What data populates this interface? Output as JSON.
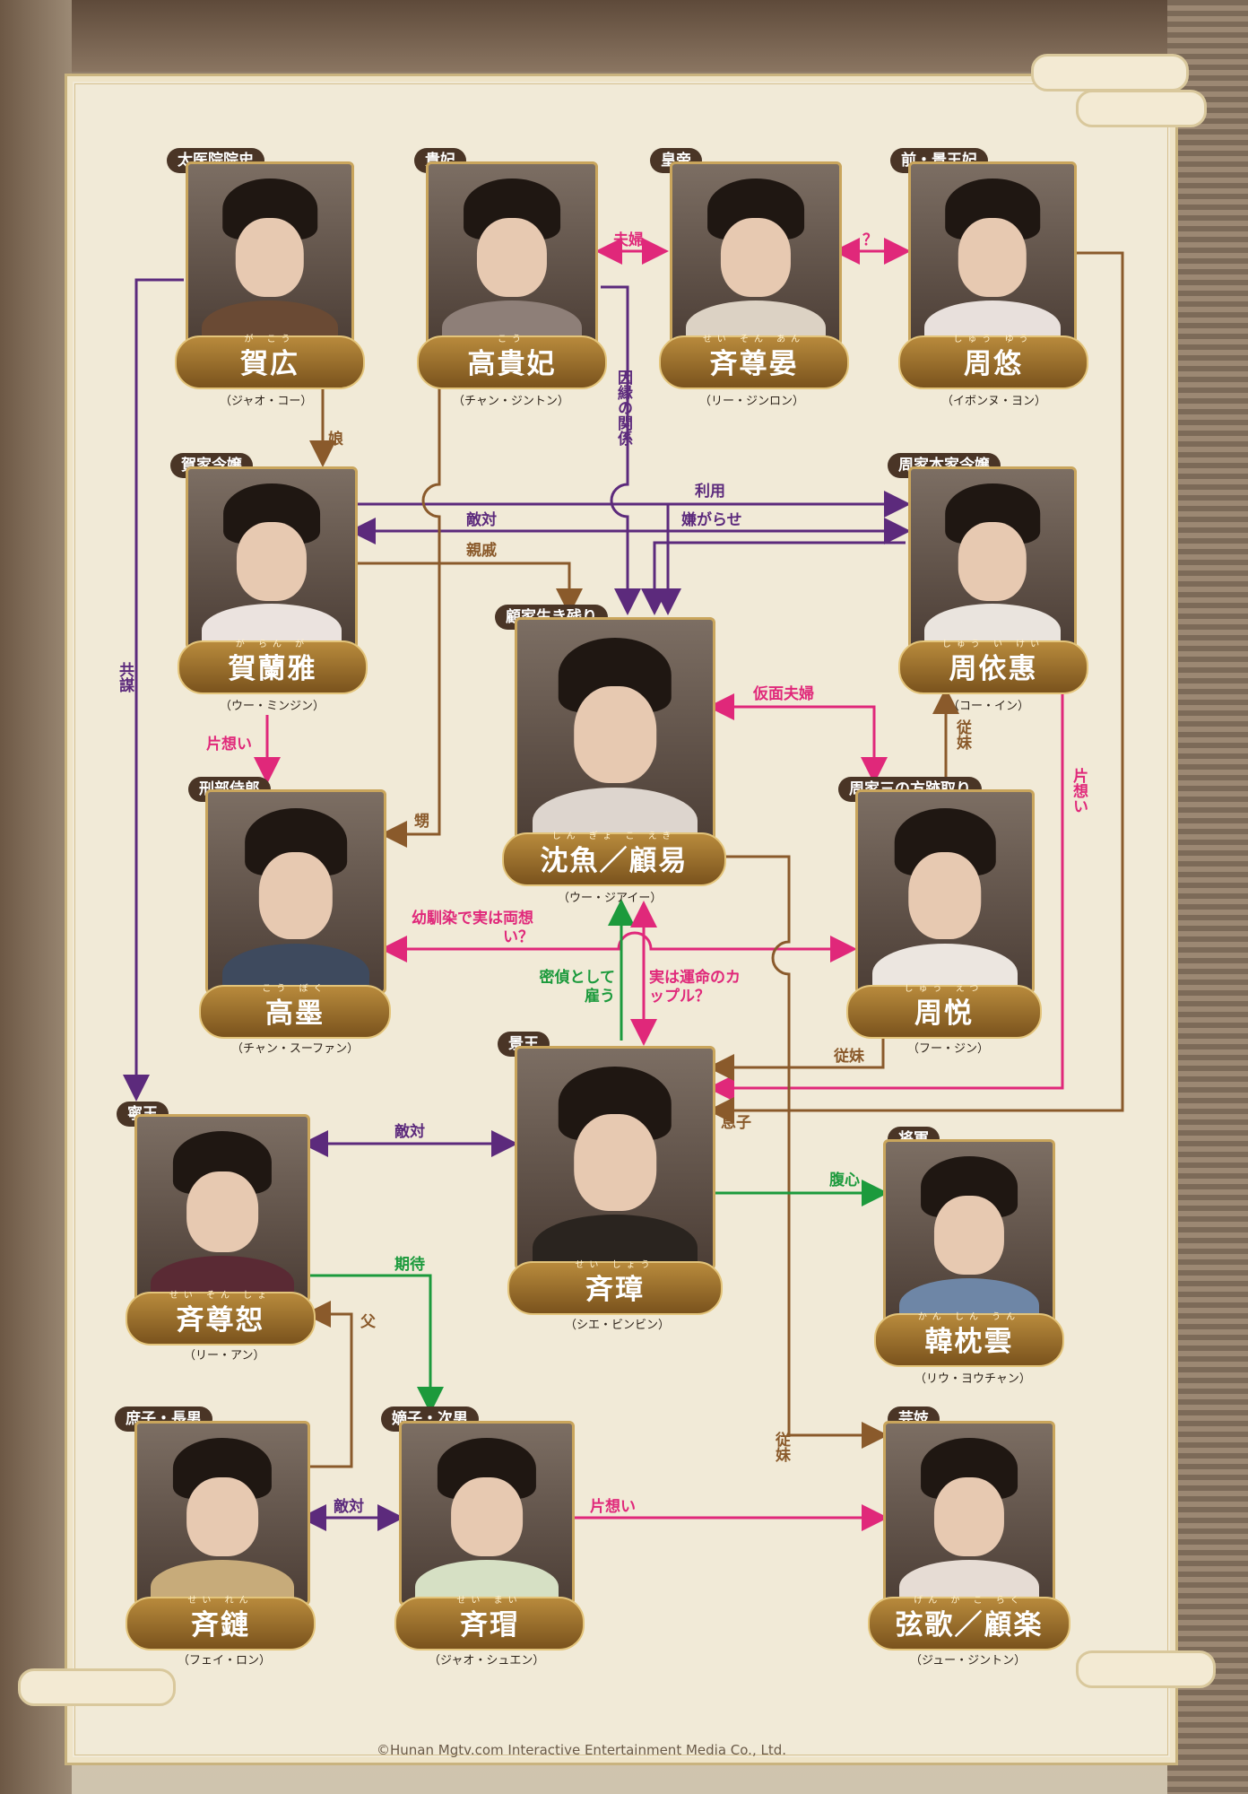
{
  "characters": [
    {
      "role": "太医院院史",
      "ruby": "が こう",
      "name": "賀広",
      "actor": "（ジャオ・コー）"
    },
    {
      "role": "貴妃",
      "ruby": "こう",
      "name": "高貴妃",
      "actor": "（チャン・ジントン）"
    },
    {
      "role": "皇帝",
      "ruby": "せい そん あん",
      "name": "斉尊晏",
      "actor": "（リー・ジンロン）"
    },
    {
      "role": "前・景王妃",
      "ruby": "しゅう ゆう",
      "name": "周悠",
      "actor": "（イボンヌ・ヨン）"
    },
    {
      "role": "賀家令嬢",
      "ruby": "が らん が",
      "name": "賀蘭雅",
      "actor": "（ウー・ミンジン）"
    },
    {
      "role": "周家本家令嬢",
      "ruby": "しゅう い けい",
      "name": "周依惠",
      "actor": "（コー・イン）"
    },
    {
      "role": "顧家生き残り",
      "ruby": "しん ぎょ こ えき",
      "name": "沈魚／顧易",
      "actor": "（ウー・ジアイー）"
    },
    {
      "role": "刑部侍郎",
      "ruby": "こう ぼく",
      "name": "高墨",
      "actor": "（チャン・スーファン）"
    },
    {
      "role": "周家三の方跡取り",
      "ruby": "しゅう えつ",
      "name": "周悦",
      "actor": "（フー・ジン）"
    },
    {
      "role": "景王",
      "ruby": "せい しょう",
      "name": "斉璋",
      "actor": "（シエ・ビンビン）"
    },
    {
      "role": "寧王",
      "ruby": "せい そん しょ",
      "name": "斉尊恕",
      "actor": "（リー・アン）"
    },
    {
      "role": "将軍",
      "ruby": "かん しん うん",
      "name": "韓枕雲",
      "actor": "（リウ・ヨウチャン）"
    },
    {
      "role": "庶子・長男",
      "ruby": "せい れん",
      "name": "斉鏈",
      "actor": "（フェイ・ロン）"
    },
    {
      "role": "嫡子・次男",
      "ruby": "せい まい",
      "name": "斉瑁",
      "actor": "（ジャオ・シュエン）"
    },
    {
      "role": "芸妓",
      "ruby": "げん か こ らく",
      "name": "弦歌／顧楽",
      "actor": "（ジュー・ジントン）"
    }
  ],
  "relations": [
    "夫婦",
    "？",
    "娘",
    "因縁の関係",
    "利用",
    "敵対",
    "嫌がらせ",
    "親戚",
    "共謀",
    "仮面夫婦",
    "従妹",
    "片想い",
    "片想い",
    "甥",
    "幼馴染で実は両想い？",
    "密偵として雇う",
    "実は運命のカップル？",
    "従妹",
    "息子",
    "敵対",
    "腹心",
    "期待",
    "父",
    "敵対",
    "片想い",
    "従妹"
  ],
  "copyright": "©Hunan Mgtv.com Interactive Entertainment Media Co., Ltd.",
  "colors": {
    "purple": "#5c2a7c",
    "pink": "#e0287a",
    "brown": "#8a5a2b",
    "green": "#1c9a3c",
    "plate": "#9a6e2c"
  }
}
